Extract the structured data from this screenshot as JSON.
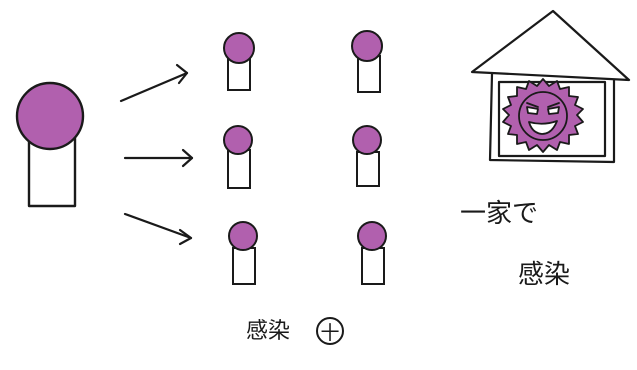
{
  "colors": {
    "ink": "#1a1a1a",
    "virus_fill": "#b160ae",
    "paper": "#ffffff"
  },
  "labels": {
    "family_line1": "一家で",
    "family_line2": "感染",
    "infected": "感染",
    "circled_mark": "十"
  },
  "icons": {
    "source_person": "person-icon",
    "contacts": "person-icon",
    "house": "house-icon",
    "virus": "virus-face-icon"
  }
}
